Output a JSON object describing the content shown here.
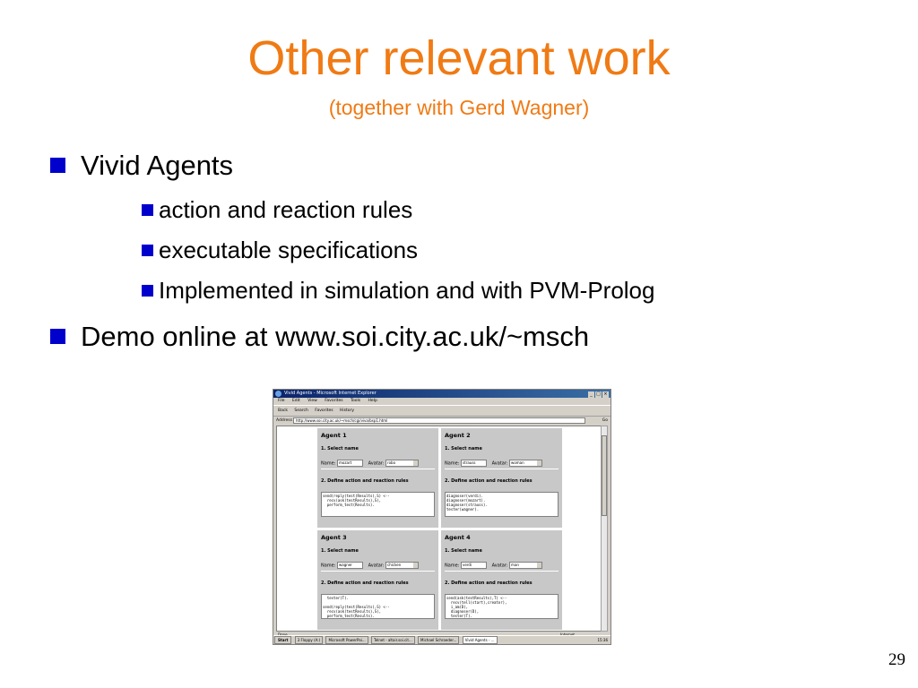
{
  "slide": {
    "title": "Other relevant work",
    "subtitle": "(together with Gerd Wagner)",
    "page_number": "29",
    "accent_color": "#f07a14",
    "bullet_color": "#0000cc"
  },
  "bullets": [
    {
      "text": "Vivid Agents",
      "sub": [
        "action and reaction rules",
        "executable specifications",
        "Implemented in simulation and with PVM-Prolog"
      ]
    },
    {
      "text": "Demo online at www.soi.city.ac.uk/~msch"
    }
  ],
  "screenshot": {
    "window_title": "Vivid Agents - Microsoft Internet Explorer",
    "menu": [
      "File",
      "Edit",
      "View",
      "Favorites",
      "Tools",
      "Help"
    ],
    "toolbar": [
      "Back",
      "Search",
      "Favorites",
      "History"
    ],
    "address_label": "Address",
    "address_value": "http://www.soi.city.ac.uk/~msch/cgi/viva/bsp1.html",
    "go_label": "Go",
    "agents": [
      {
        "title": "Agent 1",
        "select_label": "1. Select name",
        "name_label": "Name:",
        "name_value": "mozart",
        "avatar_label": "Avatar:",
        "avatar_value": "robo",
        "rules_label": "2. Define action and reaction rules",
        "rules": "send(reply(test(Results),S) <--\n  recv(ask(testResults),S),\n  perform_test(Results)."
      },
      {
        "title": "Agent 2",
        "select_label": "1. Select name",
        "name_label": "Name:",
        "name_value": "strauss",
        "avatar_label": "Avatar:",
        "avatar_value": "woman",
        "rules_label": "2. Define action and reaction rules",
        "rules": "diagnoser(verdi).\ndiagnoser(mozart).\ndiagnoser(strauss).\ntester(wagner)."
      },
      {
        "title": "Agent 3",
        "select_label": "1. Select name",
        "name_label": "Name:",
        "name_value": "wagner",
        "avatar_label": "Avatar:",
        "avatar_value": "chicken",
        "rules_label": "2. Define action and reaction rules",
        "rules": "  tester(T).\n\nsend(reply(test(Results),S) <--\n  recv(ask(testResults),S),\n  perform_test(Results)."
      },
      {
        "title": "Agent 4",
        "select_label": "1. Select name",
        "name_label": "Name:",
        "name_value": "verdi",
        "avatar_label": "Avatar:",
        "avatar_value": "man",
        "rules_label": "2. Define action and reaction rules",
        "rules": "send(ask(testResults),T) <--\n  recv(tell(start),creator),\n  i_am(D),\n  diagnoser(D),\n  tester(T)."
      }
    ],
    "status_text": "Done",
    "status_zone": "Internet",
    "taskbar": {
      "start": "Start",
      "tasks": [
        "3 Floppy (A:)",
        "Microsoft PowerPoi...",
        "Telnet - altair.soi.cit...",
        "Michael Schroeder...",
        "Vivid Agents - ..."
      ],
      "clock": "15:36"
    }
  }
}
